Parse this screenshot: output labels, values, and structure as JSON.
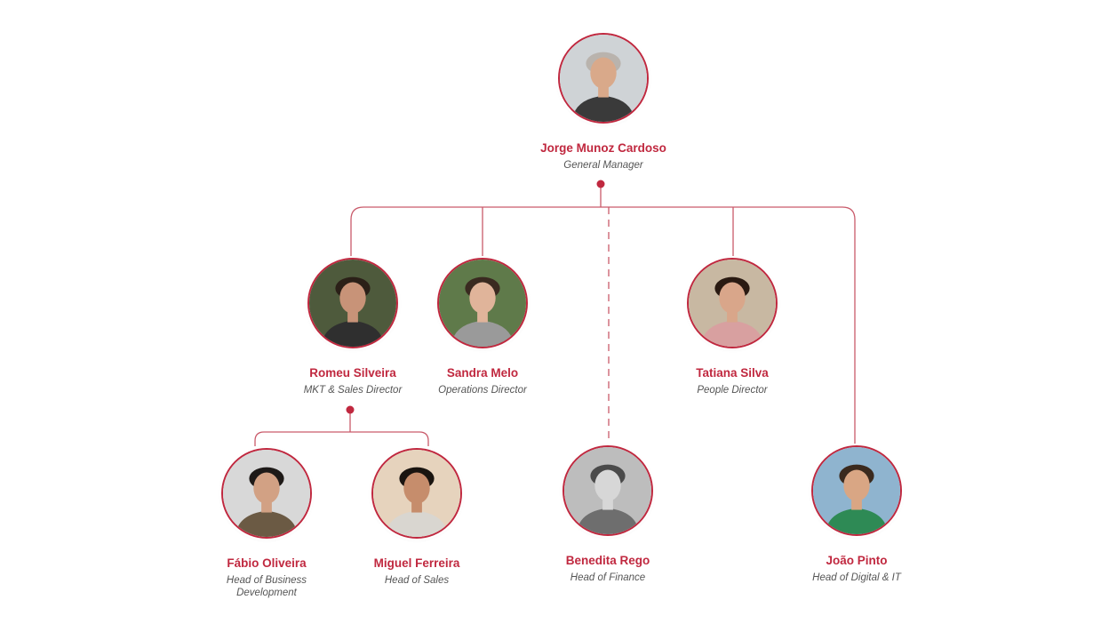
{
  "people": {
    "gm": {
      "name": "Jorge Munoz Cardoso",
      "role": "General Manager",
      "bg": "#cfd3d6",
      "skin": "#d9a98a",
      "hair": "#b9b3ad",
      "shirt": "#3a3a3a"
    },
    "romeu": {
      "name": "Romeu Silveira",
      "role": "MKT & Sales Director",
      "bg": "#4e5a3c",
      "skin": "#c89378",
      "hair": "#2b2018",
      "shirt": "#2f2f2f"
    },
    "sandra": {
      "name": "Sandra Melo",
      "role": "Operations Director",
      "bg": "#5f7a4a",
      "skin": "#e0b49a",
      "hair": "#3a2a20",
      "shirt": "#9a9a9a"
    },
    "tatiana": {
      "name": "Tatiana Silva",
      "role": "People Director",
      "bg": "#c8b8a2",
      "skin": "#d9a68a",
      "hair": "#2a1a12",
      "shirt": "#d8a0a0"
    },
    "fabio": {
      "name": "Fábio Oliveira",
      "role": "Head of Business Development",
      "bg": "#d8d8d8",
      "skin": "#d2a184",
      "hair": "#1e1a18",
      "shirt": "#6b5a44"
    },
    "miguel": {
      "name": "Miguel Ferreira",
      "role": "Head of Sales",
      "bg": "#e6d3bd",
      "skin": "#c68d6c",
      "hair": "#1a1410",
      "shirt": "#d9d6d0"
    },
    "benedita": {
      "name": "Benedita Rego",
      "role": "Head of Finance",
      "bg": "#bdbdbd",
      "skin": "#d7d7d7",
      "hair": "#4a4a4a",
      "shirt": "#6e6e6e"
    },
    "joao": {
      "name": "João Pinto",
      "role": "Head of Digital & IT",
      "bg": "#8fb4cf",
      "skin": "#d9a684",
      "hair": "#3b2a1e",
      "shirt": "#2e8a55"
    }
  },
  "colors": {
    "accent": "#c0283f",
    "line": "#c95a6a",
    "role_text": "#555555"
  }
}
